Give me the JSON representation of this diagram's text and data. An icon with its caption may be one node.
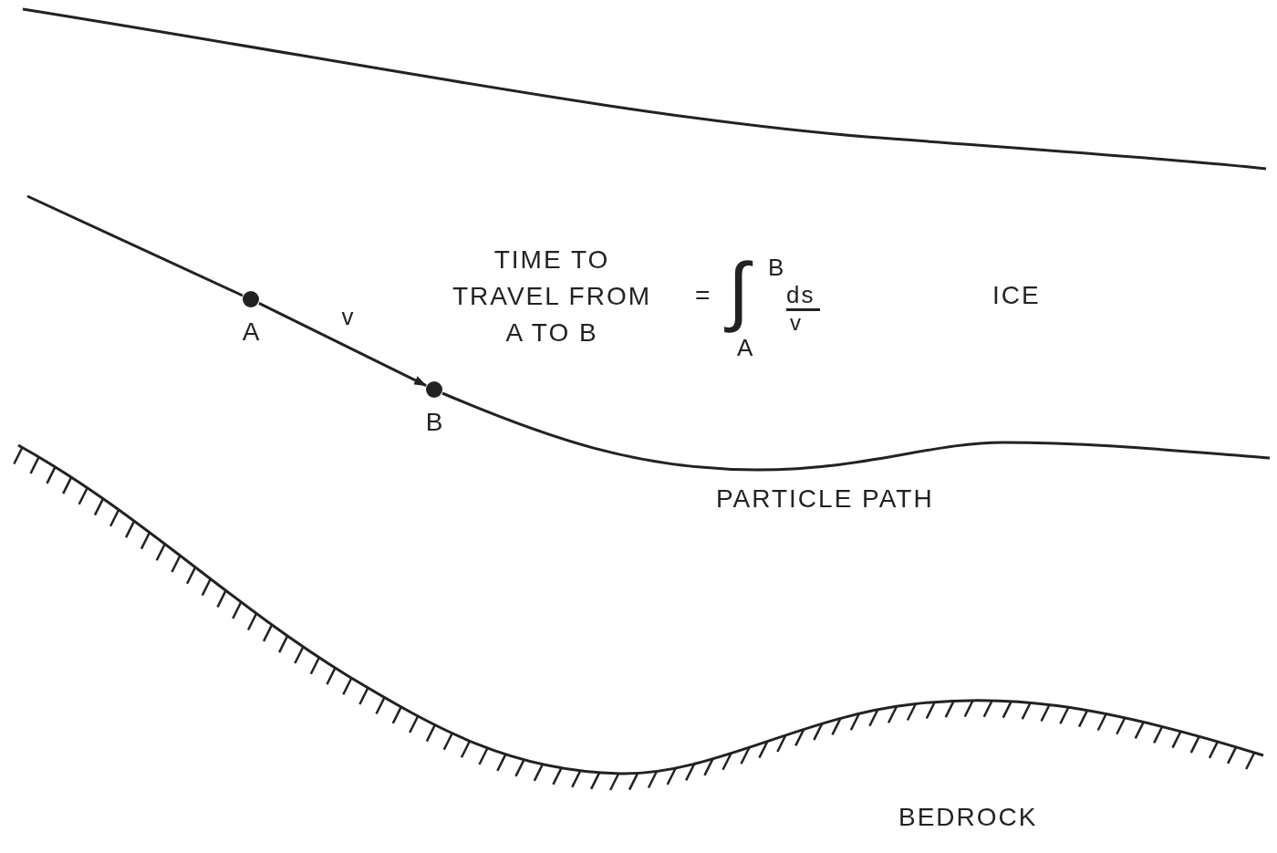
{
  "diagram": {
    "nodes": [
      {
        "text": [
          "A"
        ]
      },
      {
        "text": [
          "B"
        ]
      }
    ],
    "edges": [
      {
        "from": 0,
        "to": 1,
        "arrow": "to",
        "label": "v"
      }
    ],
    "labels": [
      "TIME TO TRAVEL FROM A TO B",
      "=",
      "∫",
      "B",
      "ds",
      "v",
      "A",
      "ICE",
      "PARTICLE PATH",
      "BEDROCK"
    ]
  }
}
